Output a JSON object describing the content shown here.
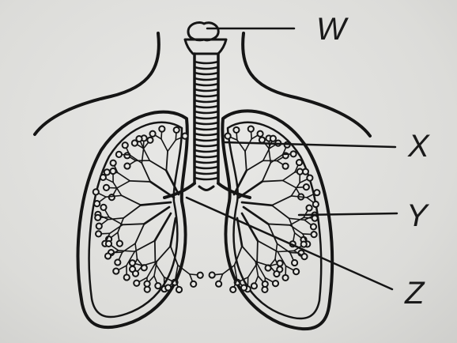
{
  "labels": {
    "w": "W",
    "x": "X",
    "y": "Y",
    "z": "Z"
  },
  "colors": {
    "ink": "#151515",
    "paper": "#e6e6e3"
  }
}
